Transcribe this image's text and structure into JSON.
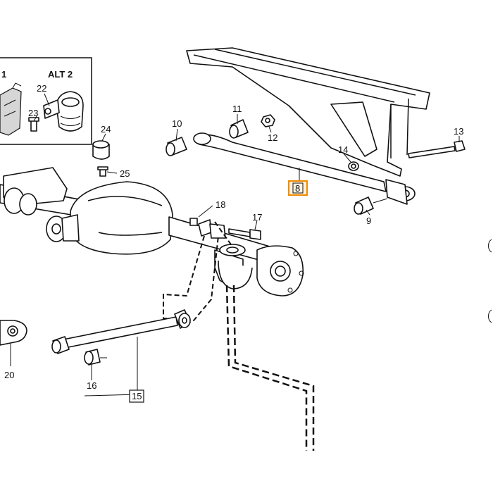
{
  "diagram": {
    "inset_labels": {
      "alt_left": "1",
      "alt_right": "ALT 2"
    },
    "callouts": [
      {
        "id": "22",
        "text": "22"
      },
      {
        "id": "23",
        "text": "23"
      },
      {
        "id": "24",
        "text": "24"
      },
      {
        "id": "25",
        "text": "25"
      },
      {
        "id": "10",
        "text": "10"
      },
      {
        "id": "11",
        "text": "11"
      },
      {
        "id": "12",
        "text": "12"
      },
      {
        "id": "13",
        "text": "13"
      },
      {
        "id": "14",
        "text": "14"
      },
      {
        "id": "8",
        "text": "8",
        "highlighted": true
      },
      {
        "id": "9",
        "text": "9"
      },
      {
        "id": "18",
        "text": "18"
      },
      {
        "id": "17",
        "text": "17"
      },
      {
        "id": "20",
        "text": "20"
      },
      {
        "id": "16",
        "text": "16"
      },
      {
        "id": "15",
        "text": "15",
        "boxed": true
      }
    ],
    "colors": {
      "highlight_border": "#f08c00",
      "ink": "#111111",
      "paper": "#ffffff"
    }
  }
}
